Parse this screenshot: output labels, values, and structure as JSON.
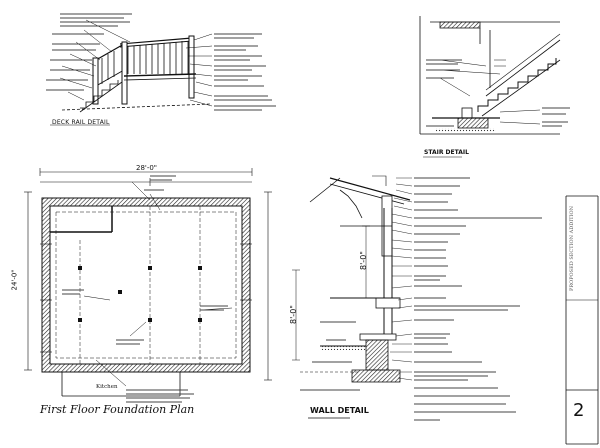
{
  "sheet": {
    "number": "2",
    "title_block": [
      "PROPOSED SECTION ADDITION",
      "",
      "",
      "",
      ""
    ]
  },
  "deck_detail": {
    "title": "DECK RAIL DETAIL",
    "callouts": []
  },
  "stair_detail": {
    "title": "STAIR DETAIL",
    "scale": "",
    "callouts": []
  },
  "foundation_plan": {
    "title": "First Floor Foundation Plan",
    "scale": "",
    "room_label": "Kitchen",
    "dimensions": [
      "28'-0\"",
      "24'-0\"",
      "8'-0\"",
      "8'-0\""
    ]
  },
  "wall_detail": {
    "title": "WALL DETAIL",
    "scale": "",
    "callouts": []
  },
  "colors": {
    "ink": "#111111",
    "hatch": "#333333",
    "paper": "#ffffff"
  }
}
